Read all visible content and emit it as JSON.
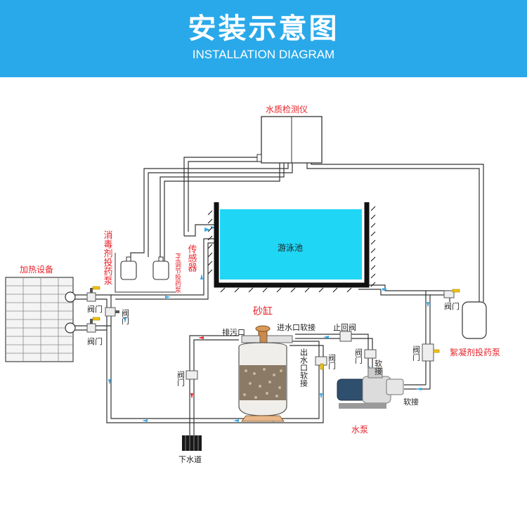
{
  "header": {
    "title": "安装示意图",
    "subtitle": "INSTALLATION DIAGRAM"
  },
  "labels": {
    "water_quality_detector": "水质检测仪",
    "pool": "游泳池",
    "heater": "加热设备",
    "disinfectant_pump": "消毒剂投药泵",
    "ph_pump": "PH调节投药泵",
    "sensor": "传感器",
    "valve": "阀门",
    "sand_filter": "砂缸",
    "drain_port": "排污口",
    "inlet_hose": "进水口软接",
    "check_valve": "止回阀",
    "outlet_hose": "出水口软接",
    "hose": "软接",
    "flocculant_pump": "絮凝剂投药泵",
    "pump": "水泵",
    "sewer": "下水道"
  },
  "colors": {
    "banner": "#2aa9ea",
    "pool_water": "#1fd6f5",
    "red_label": "#e8232b",
    "flow_arrow": "#35a7e6",
    "return_arrow": "#e8232b"
  }
}
